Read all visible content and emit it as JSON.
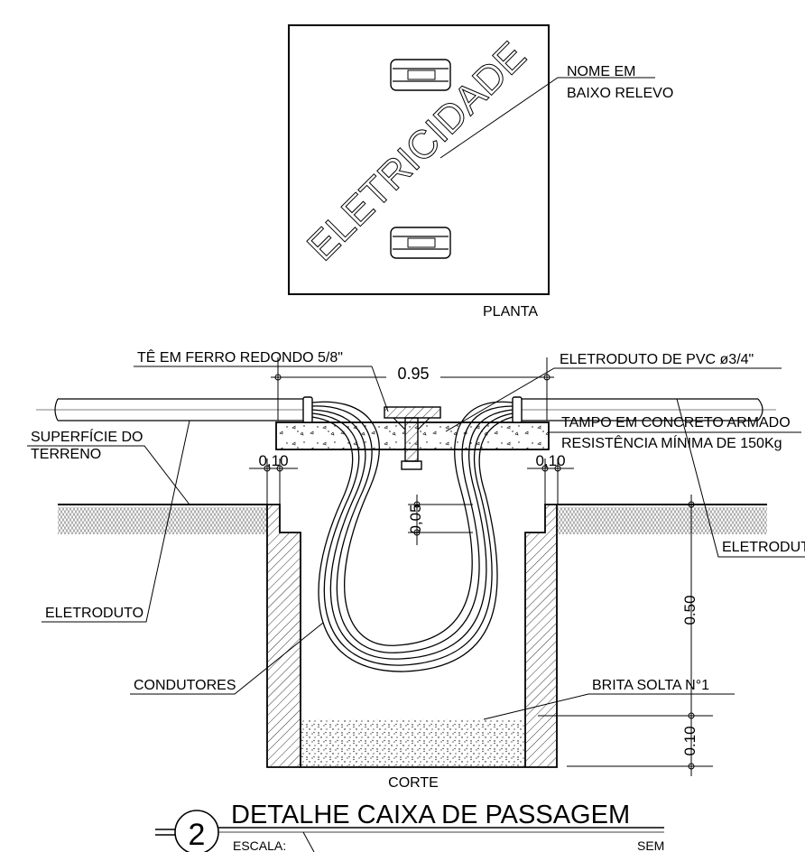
{
  "plan": {
    "view_label": "PLANTA",
    "cover_text": "ELETRICIDADE",
    "note_line1": "NOME EM",
    "note_line2": "BAIXO RELEVO"
  },
  "section": {
    "view_label": "CORTE",
    "tee": "TÊ EM FERRO REDONDO 5/8\"",
    "conduit_pvc": "ELETRODUTO DE PVC ø3/4\"",
    "lid_line1": "TAMPO EM CONCRETO ARMADO",
    "lid_line2": "RESISTÊNCIA MÍNIMA DE 150Kg",
    "ground_line1": "SUPERFÍCIE DO",
    "ground_line2": "TERRENO",
    "conduit_left": "ELETRODUTO",
    "conduit_right": "ELETRODUTO",
    "conductors": "CONDUTORES",
    "gravel": "BRITA SOLTA N°1",
    "dims": {
      "width": "0.95",
      "rim_left": "0,10",
      "rim_right": "0,10",
      "recess": "0,05",
      "depth": "0.50",
      "gravel_depth": "0.10"
    }
  },
  "title_block": {
    "number": "2",
    "title": "DETALHE CAIXA DE PASSAGEM",
    "scale_label": "ESCALA:",
    "scale_value": "SEM"
  }
}
